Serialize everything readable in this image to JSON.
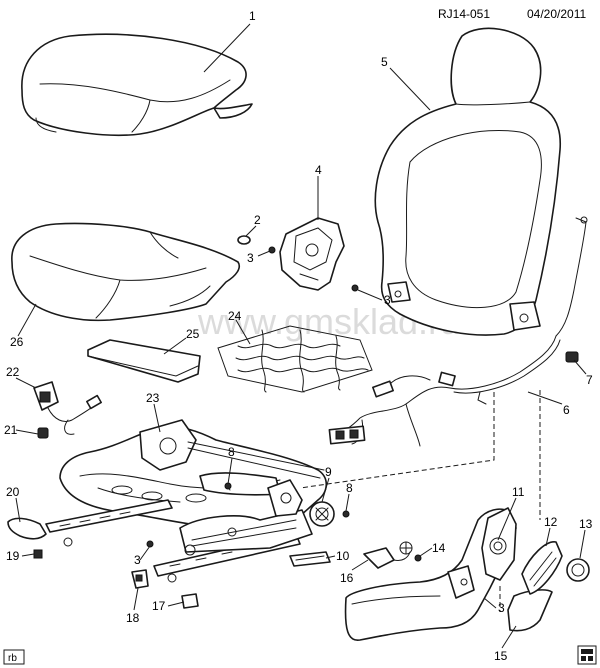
{
  "header": {
    "code": "RJ14-051",
    "date": "04/20/2011"
  },
  "watermark": "www.gmsklad.ru",
  "corner_tag": "rb",
  "callouts": [
    "1",
    "2",
    "3",
    "3",
    "3",
    "3",
    "4",
    "5",
    "6",
    "7",
    "8",
    "8",
    "9",
    "10",
    "11",
    "12",
    "13",
    "14",
    "15",
    "16",
    "17",
    "18",
    "19",
    "20",
    "21",
    "22",
    "23",
    "24",
    "25",
    "26"
  ]
}
